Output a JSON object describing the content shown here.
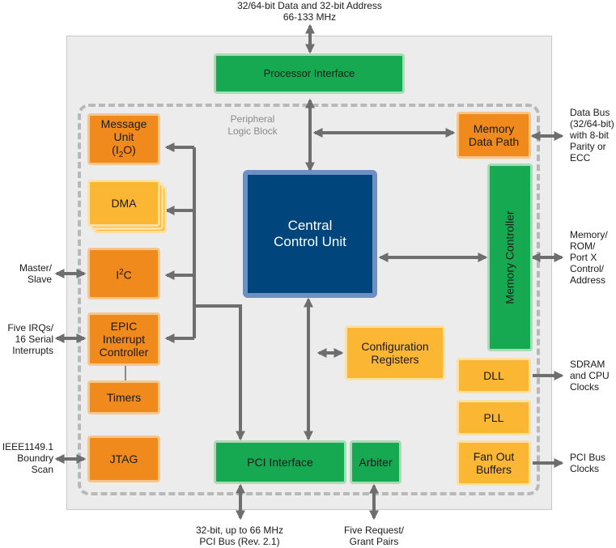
{
  "top_label": "32/64-bit Data and 32-bit Address\n66-133 MHz",
  "plb_label": "Peripheral\nLogic Block",
  "blocks": {
    "processor_interface": "Processor Interface",
    "message_unit_a": "Message\nUnit\n(I",
    "message_unit_sub": "2",
    "message_unit_b": "O)",
    "dma": "DMA",
    "i2c_a": "I",
    "i2c_sup": "2",
    "i2c_b": "C",
    "epic": "EPIC\nInterrupt\nController",
    "timers": "Timers",
    "jtag": "JTAG",
    "central_control_unit": "Central\nControl Unit",
    "configuration_registers": "Configuration\nRegisters",
    "memory_data_path": "Memory\nData Path",
    "memory_controller": "Memory Controller",
    "dll": "DLL",
    "pll": "PLL",
    "fan_out_buffers": "Fan Out\nBuffers",
    "pci_interface": "PCI Interface",
    "arbiter": "Arbiter"
  },
  "external_labels": {
    "master_slave": "Master/\nSlave",
    "irqs": "Five IRQs/\n16 Serial\nInterrupts",
    "ieee": "IEEE1149.1\nBoundry\nScan",
    "data_bus": "Data Bus\n(32/64-bit)\nwith 8-bit\nParity or\nECC",
    "memory_rom": "Memory/\nROM/\nPort X\nControl/\nAddress",
    "sdram": "SDRAM\nand CPU\nClocks",
    "pci_clocks": "PCI Bus\nClocks",
    "pci_bus": "32-bit, up to 66 MHz\nPCI Bus (Rev. 2.1)",
    "request_grant": "Five Request/\nGrant Pairs"
  },
  "colors": {
    "orange": "#f08a1c",
    "yellow": "#fbb634",
    "green": "#17a852",
    "cpu_blue": "#00457c",
    "arrow_gray": "#6e6e6e"
  }
}
